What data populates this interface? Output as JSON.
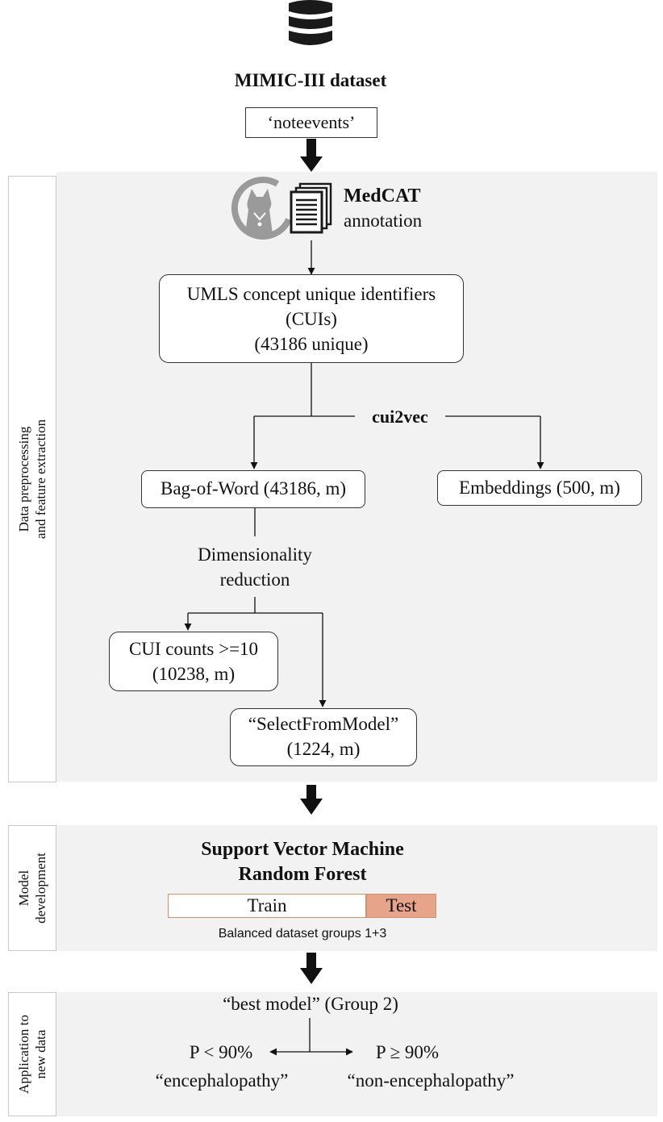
{
  "source": {
    "title": "MIMIC-III dataset",
    "table": "‘noteevents’"
  },
  "sections": {
    "preprocessing": {
      "line1": "Data preprocessing",
      "line2": "and feature extraction"
    },
    "model": {
      "line1": "Model",
      "line2": "development"
    },
    "application": {
      "line1": "Application to",
      "line2": "new data"
    }
  },
  "annotation": {
    "tool": "MedCAT",
    "task": "annotation"
  },
  "cuis": {
    "line1": "UMLS  concept unique identifiers",
    "line2": "(CUIs)",
    "line3": "(43186 unique)"
  },
  "cui2vec": "cui2vec",
  "bag_of_word": "Bag-of-Word (43186, m)",
  "embeddings": "Embeddings (500, m)",
  "dim_reduction": {
    "line1": "Dimensionality",
    "line2": "reduction"
  },
  "cui_counts": {
    "line1": "CUI counts >=10",
    "line2": "(10238, m)"
  },
  "select_from_model": {
    "line1": "“SelectFromModel”",
    "line2": "(1224, m)"
  },
  "models": {
    "svm": "Support Vector Machine",
    "rf": "Random Forest"
  },
  "split": {
    "train": "Train",
    "test": "Test",
    "caption": "Balanced dataset groups 1+3"
  },
  "application": {
    "best_model": "“best model” (Group 2)",
    "left_cond": "P < 90%",
    "right_cond": "P ≥ 90%",
    "left_label": "“encephalopathy”",
    "right_label": "“non-encephalopathy”"
  },
  "colors": {
    "panel": "#f2f2f2",
    "test_fill": "#e6a48a",
    "train_border": "#d4906e",
    "icon_grey": "#9a9a9a",
    "arrow": "#111111"
  },
  "icons": [
    "database-icon",
    "medcat-logo-icon",
    "documents-icon",
    "down-arrow-icon"
  ]
}
